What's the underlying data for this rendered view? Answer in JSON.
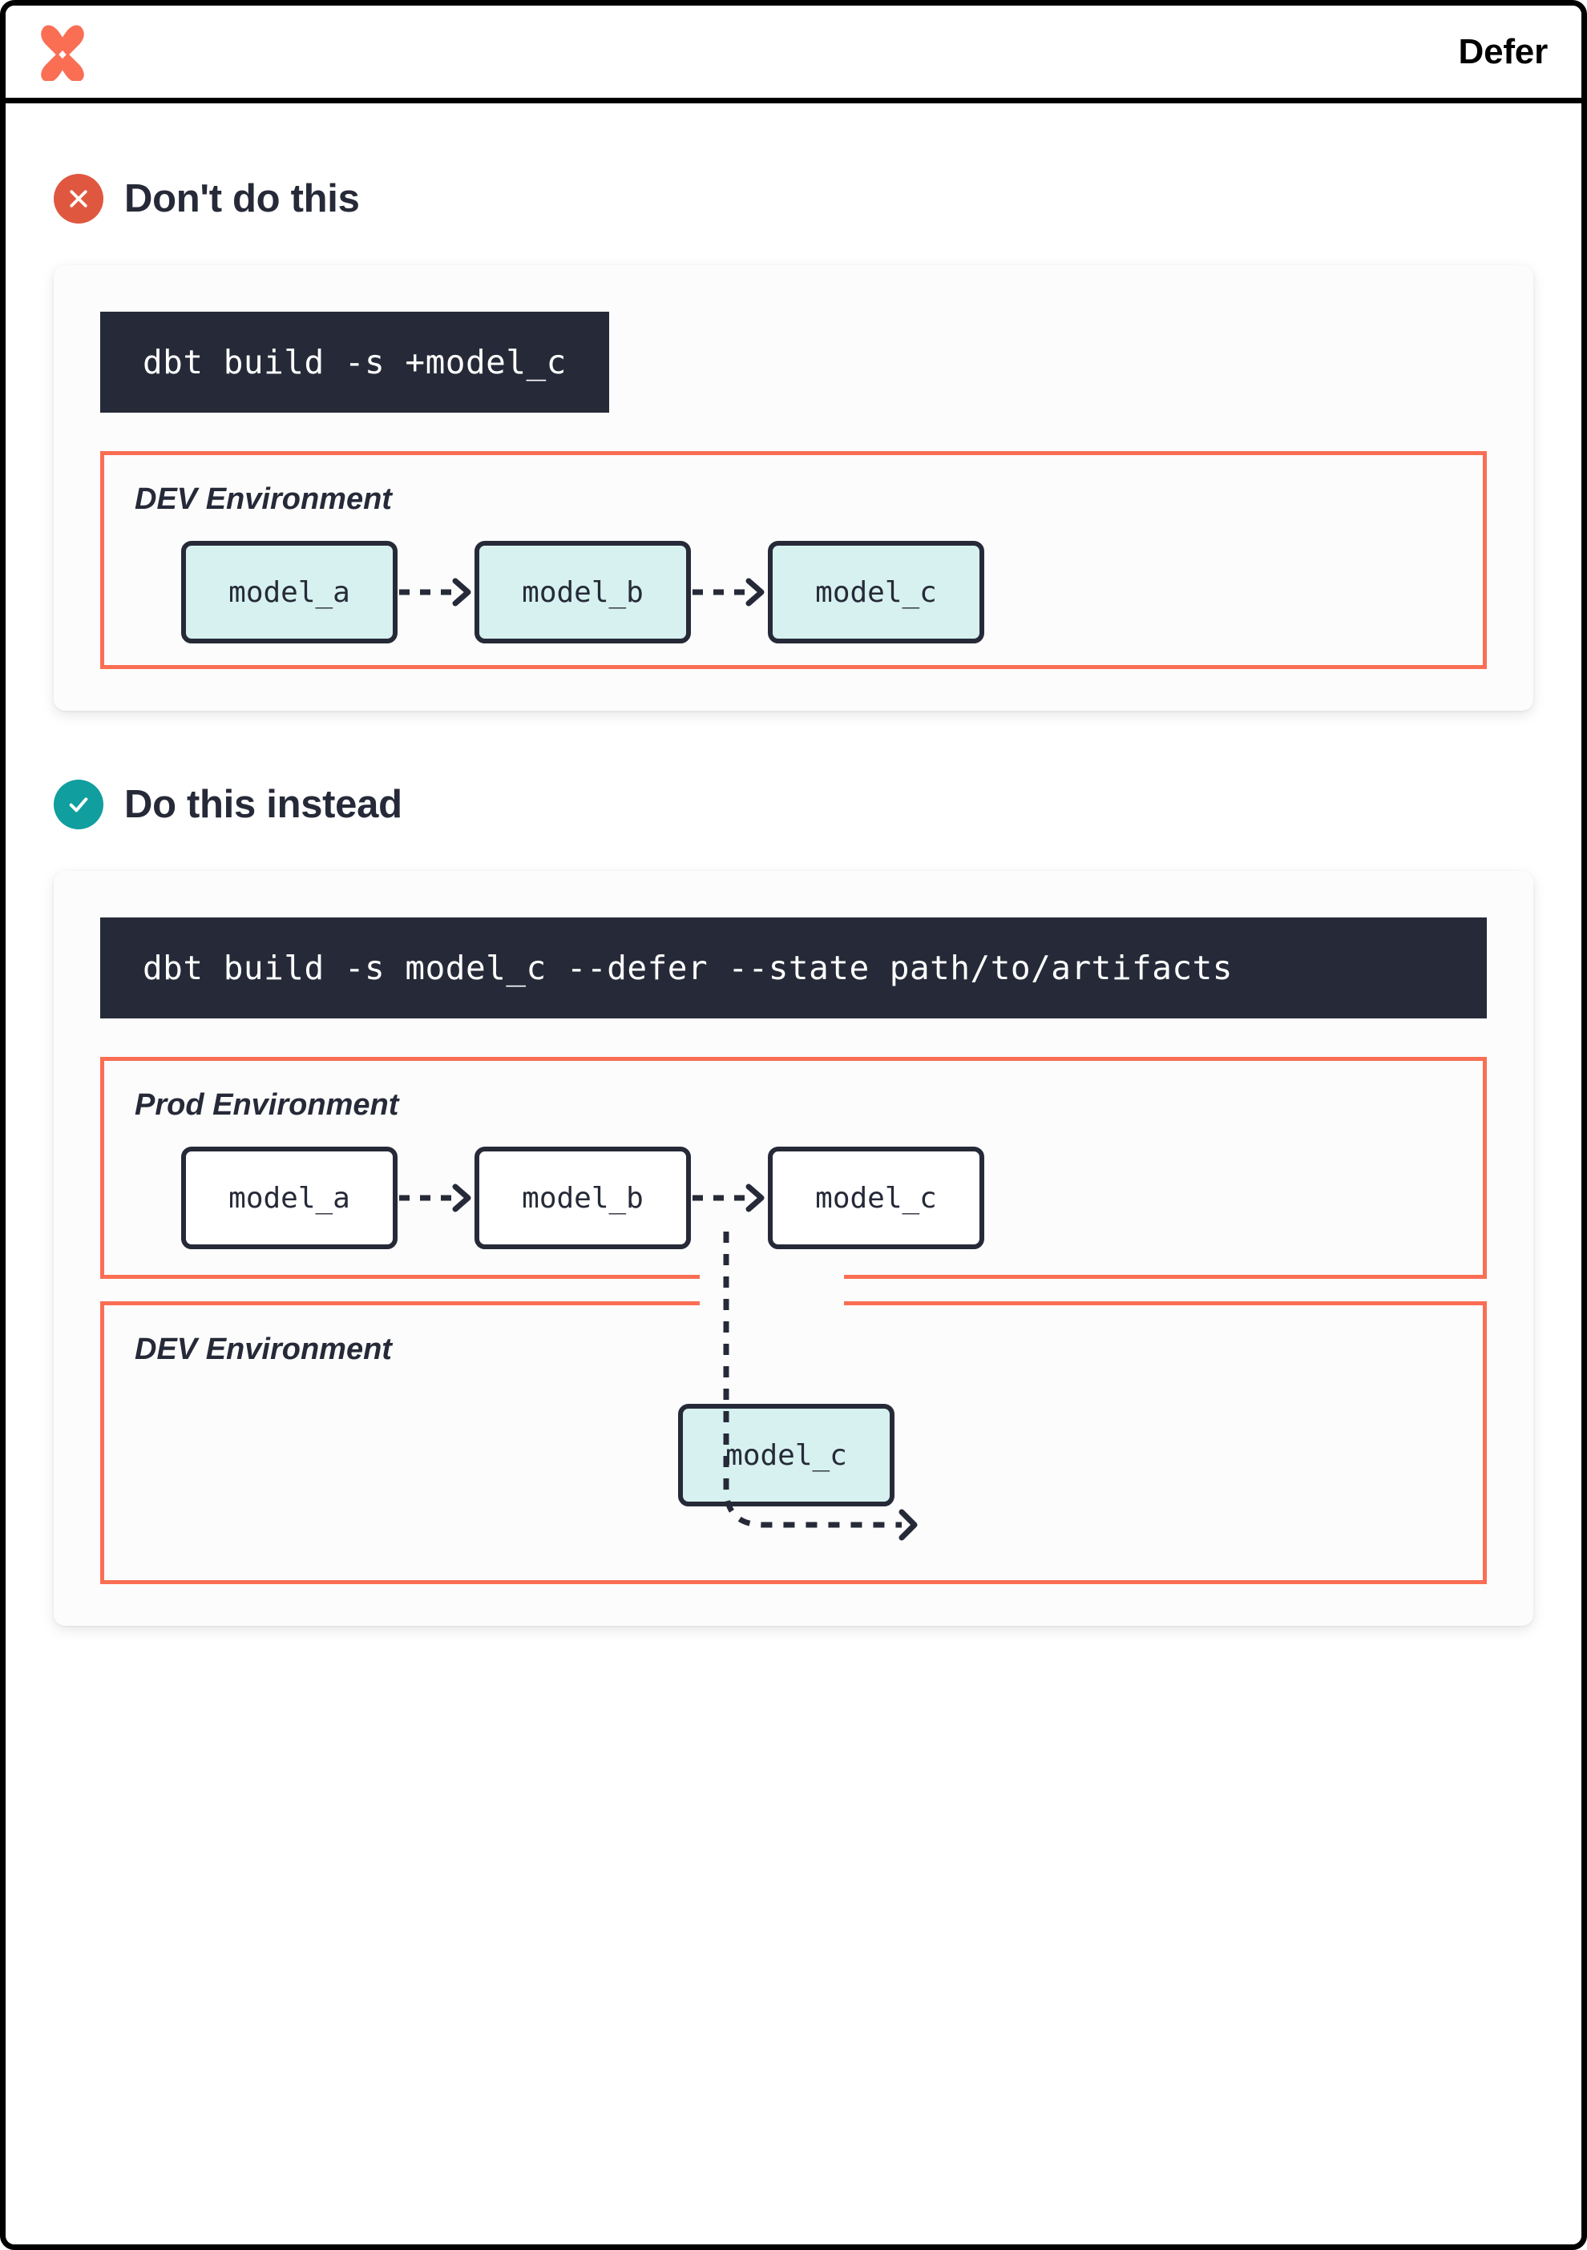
{
  "header": {
    "logo_icon": "dbt-logo-icon",
    "title": "Defer"
  },
  "sections": [
    {
      "id": "dont",
      "badge_icon": "x-circle-icon",
      "badge_color": "#E0573F",
      "title": "Don't do this",
      "command": "dbt build -s +model_c",
      "environments": [
        {
          "label": "DEV Environment",
          "models": [
            {
              "name": "model_a",
              "filled": true
            },
            {
              "name": "model_b",
              "filled": true
            },
            {
              "name": "model_c",
              "filled": true
            }
          ]
        }
      ]
    },
    {
      "id": "do",
      "badge_icon": "check-circle-icon",
      "badge_color": "#109E9E",
      "title": "Do this instead",
      "command": "dbt build -s model_c --defer --state path/to/artifacts",
      "environments": [
        {
          "label": "Prod Environment",
          "models": [
            {
              "name": "model_a",
              "filled": false
            },
            {
              "name": "model_b",
              "filled": false
            },
            {
              "name": "model_c",
              "filled": false
            }
          ]
        },
        {
          "label": "DEV Environment",
          "models": [
            {
              "name": "model_c",
              "filled": true
            }
          ]
        }
      ]
    }
  ],
  "colors": {
    "accent_orange": "#FA6E54",
    "dark_navy": "#262A38",
    "model_fill": "#D6F1EF",
    "teal": "#109E9E",
    "red": "#E0573F"
  }
}
